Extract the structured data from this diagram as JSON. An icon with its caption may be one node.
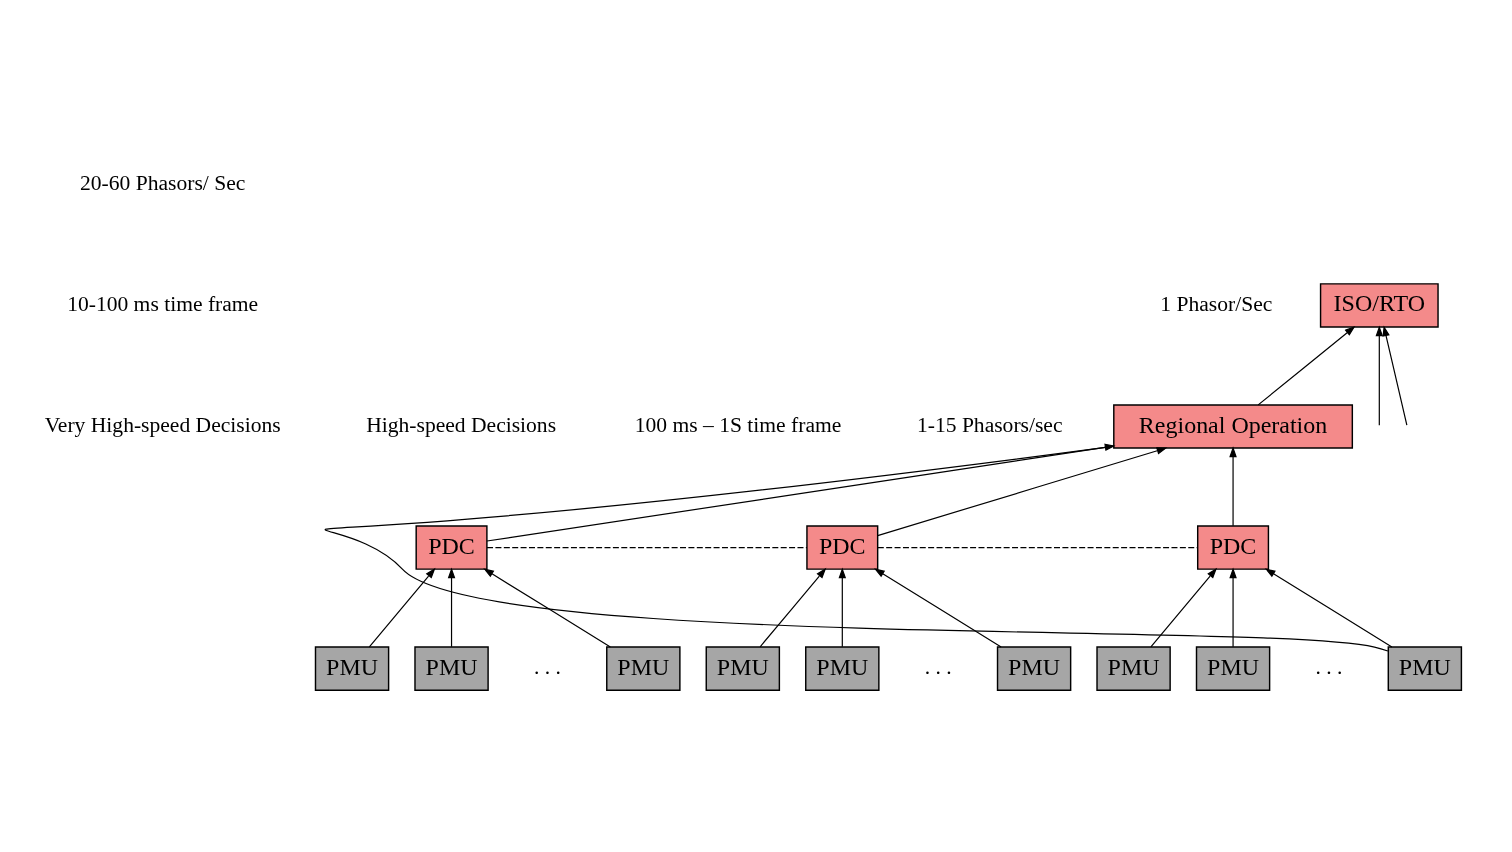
{
  "diagram": {
    "nodes": [
      {
        "text": [
          "ISO/RTO"
        ]
      },
      {
        "text": [
          "Regional Operation"
        ]
      },
      {
        "text": [
          "PDC"
        ]
      },
      {
        "text": [
          "PDC"
        ]
      },
      {
        "text": [
          "PDC"
        ]
      },
      {
        "text": [
          "PMU"
        ]
      },
      {
        "text": [
          "PMU"
        ]
      },
      {
        "text": [
          "PMU"
        ]
      },
      {
        "text": [
          "PMU"
        ]
      },
      {
        "text": [
          "PMU"
        ]
      },
      {
        "text": [
          "PMU"
        ]
      },
      {
        "text": [
          "PMU"
        ]
      },
      {
        "text": [
          "PMU"
        ]
      },
      {
        "text": [
          "PMU"
        ]
      }
    ],
    "edges": [
      {
        "from": null,
        "to": 0,
        "arrow": "to"
      },
      {
        "from": 1,
        "to": 0,
        "arrow": "to"
      },
      {
        "from": null,
        "to": 0,
        "arrow": "to"
      },
      {
        "from": 2,
        "to": 1,
        "arrow": "to"
      },
      {
        "from": 3,
        "to": 1,
        "arrow": "to"
      },
      {
        "from": 4,
        "to": 1,
        "arrow": "to"
      },
      {
        "from": 1,
        "to": 13,
        "arrow": "none"
      },
      {
        "from": 2,
        "to": 3,
        "arrow": "none",
        "style": "dashed"
      },
      {
        "from": 3,
        "to": 4,
        "arrow": "none",
        "style": "dashed"
      },
      {
        "from": 5,
        "to": 2,
        "arrow": "to"
      },
      {
        "from": 6,
        "to": 2,
        "arrow": "to"
      },
      {
        "from": 7,
        "to": 2,
        "arrow": "to"
      },
      {
        "from": 8,
        "to": 3,
        "arrow": "to"
      },
      {
        "from": 9,
        "to": 3,
        "arrow": "to"
      },
      {
        "from": 10,
        "to": 3,
        "arrow": "to"
      },
      {
        "from": 11,
        "to": 4,
        "arrow": "to"
      },
      {
        "from": 12,
        "to": 4,
        "arrow": "to"
      },
      {
        "from": 13,
        "to": 4,
        "arrow": "to"
      }
    ],
    "labels": [
      "1 Phasor/Sec",
      "High-speed Decisions",
      "100 ms – 1S time frame",
      "1-15 Phasors/sec",
      "Very High-speed Decisions",
      "10-100 ms time frame",
      "20-60 Phasors/ Sec",
      ". . .",
      ". . .",
      ". . ."
    ]
  }
}
